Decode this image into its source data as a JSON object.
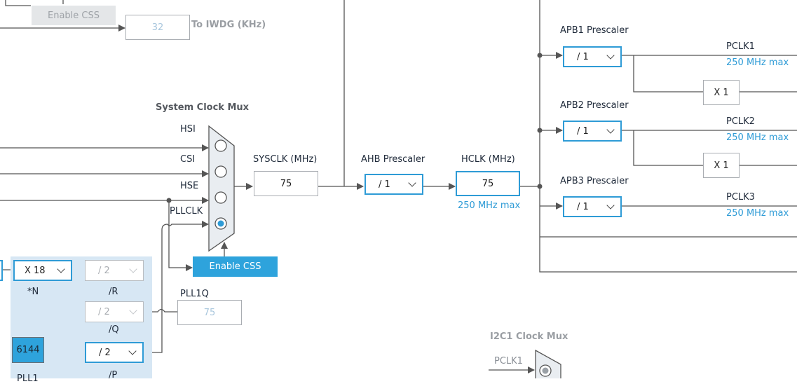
{
  "top": {
    "enable_css_label": "Enable CSS",
    "iwdg_value": "32",
    "iwdg_label": "To IWDG (KHz)"
  },
  "sysmux": {
    "title": "System Clock Mux",
    "inputs": [
      "HSI",
      "CSI",
      "HSE",
      "PLLCLK"
    ],
    "selected_index": 3,
    "enable_css_label": "Enable CSS"
  },
  "sysclk": {
    "label": "SYSCLK (MHz)",
    "value": "75"
  },
  "ahb": {
    "label": "AHB Prescaler",
    "value": "/ 1"
  },
  "hclk": {
    "label": "HCLK (MHz)",
    "value": "75",
    "max": "250 MHz max"
  },
  "apb1": {
    "label": "APB1 Prescaler",
    "value": "/ 1",
    "out": "PCLK1",
    "max": "250 MHz max",
    "mult": "X 1"
  },
  "apb2": {
    "label": "APB2 Prescaler",
    "value": "/ 1",
    "out": "PCLK2",
    "max": "250 MHz max",
    "mult": "X 1"
  },
  "apb3": {
    "label": "APB3 Prescaler",
    "value": "/ 1",
    "out": "PCLK3",
    "max": "250 MHz max"
  },
  "pll": {
    "n_value": "X 18",
    "n_label": "*N",
    "r_value": "/ 2",
    "r_label": "/R",
    "q_value": "/ 2",
    "q_label": "/Q",
    "p_value": "/ 2",
    "p_label": "/P",
    "frac_value": "6144",
    "name": "PLL1",
    "q_out_label": "PLL1Q",
    "q_out_value": "75"
  },
  "i2c": {
    "title": "I2C1 Clock Mux",
    "input": "PCLK1"
  },
  "colors": {
    "accent": "#2ea3dc",
    "panel": "#d7e7f4",
    "wire": "#555555",
    "max_text": "#2e9bd6"
  }
}
